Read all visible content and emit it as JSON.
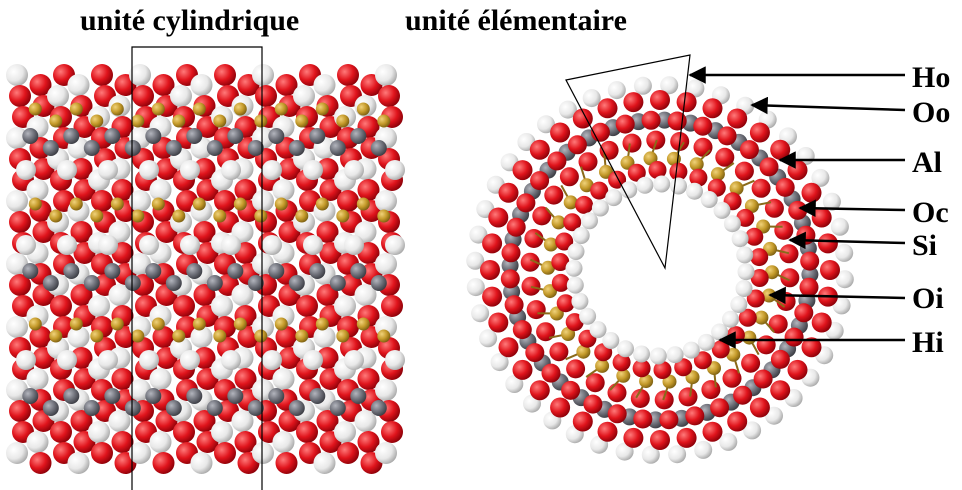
{
  "titles": {
    "cylinder_unit": "unité cylindrique",
    "elementary_unit": "unité élémentaire"
  },
  "atom_labels": [
    "Ho",
    "Oo",
    "Al",
    "Oc",
    "Si",
    "Oi",
    "Hi"
  ],
  "atom_colors": {
    "O": "#e0141c",
    "H": "#f2f2f2",
    "Al": "#6e7079",
    "Si": "#c49a2a"
  }
}
